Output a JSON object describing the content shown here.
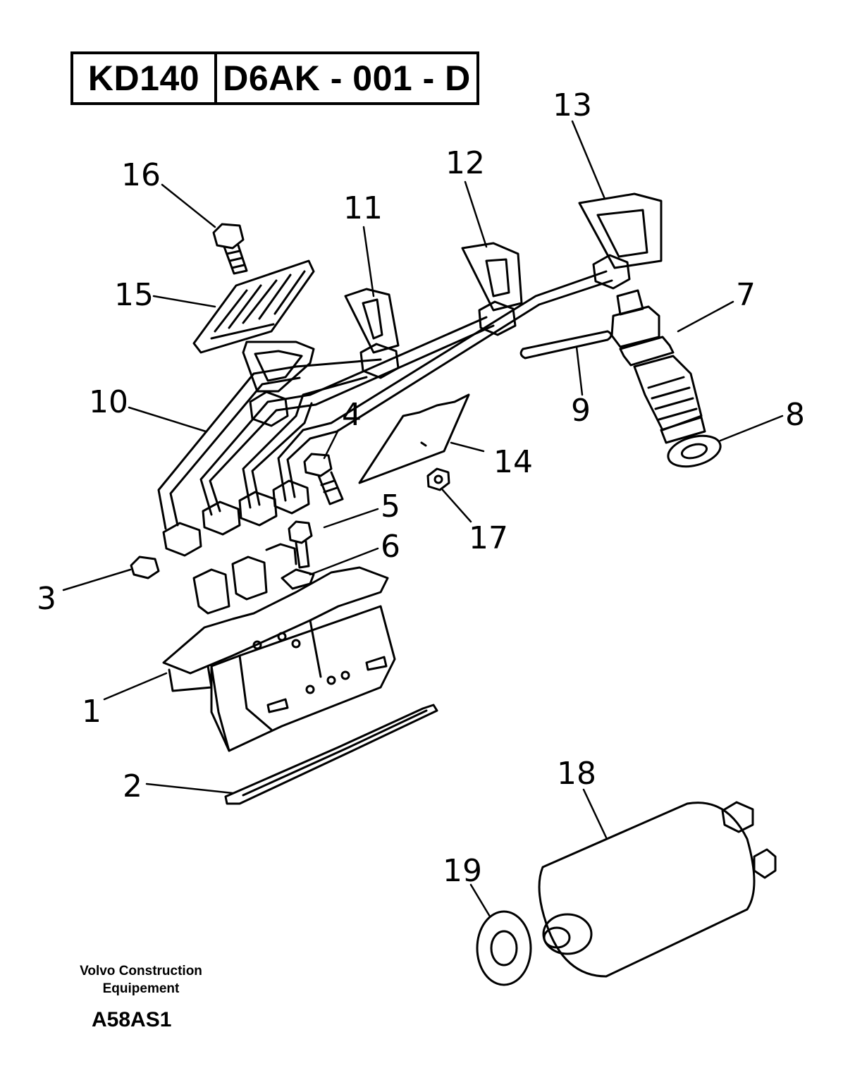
{
  "header": {
    "model": "KD140",
    "code": "D6AK - 001 - D"
  },
  "callouts": [
    {
      "id": "c1",
      "text": "1"
    },
    {
      "id": "c2",
      "text": "2"
    },
    {
      "id": "c3",
      "text": "3"
    },
    {
      "id": "c4",
      "text": "4"
    },
    {
      "id": "c5",
      "text": "5"
    },
    {
      "id": "c6",
      "text": "6"
    },
    {
      "id": "c7",
      "text": "7"
    },
    {
      "id": "c8",
      "text": "8"
    },
    {
      "id": "c9",
      "text": "9"
    },
    {
      "id": "c10",
      "text": "10"
    },
    {
      "id": "c11",
      "text": "11"
    },
    {
      "id": "c12",
      "text": "12"
    },
    {
      "id": "c13",
      "text": "13"
    },
    {
      "id": "c14",
      "text": "14"
    },
    {
      "id": "c15",
      "text": "15"
    },
    {
      "id": "c16",
      "text": "16"
    },
    {
      "id": "c17",
      "text": "17"
    },
    {
      "id": "c18",
      "text": "18"
    },
    {
      "id": "c19",
      "text": "19"
    }
  ],
  "footer": {
    "brand_line1": "Volvo Construction",
    "brand_line2": "Equipement",
    "drawing_code": "A58AS1"
  }
}
